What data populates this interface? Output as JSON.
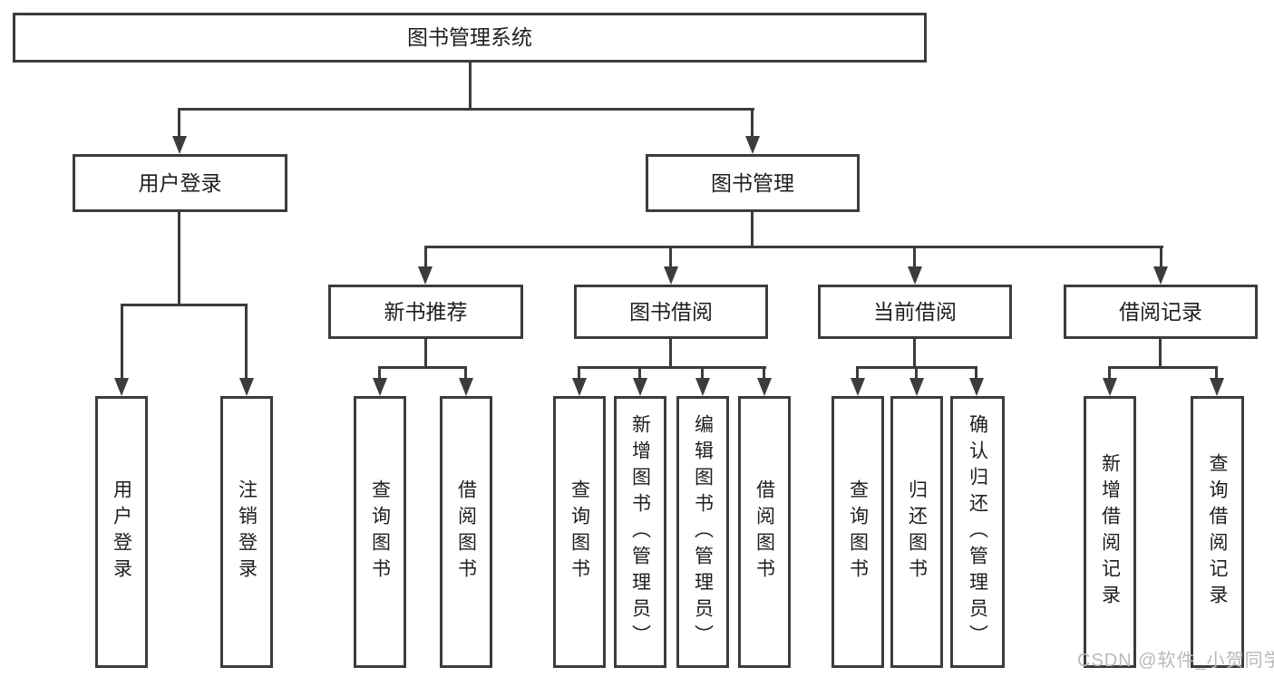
{
  "diagram": {
    "root": "图书管理系统",
    "user_login": {
      "label": "用户登录",
      "children": [
        "用户登录",
        "注销登录"
      ]
    },
    "book_management": {
      "label": "图书管理",
      "children": {
        "new_book_recommend": {
          "label": "新书推荐",
          "children": [
            "查询图书",
            "借阅图书"
          ]
        },
        "book_borrow": {
          "label": "图书借阅",
          "children": [
            "查询图书",
            "新增图书（管理员）",
            "编辑图书（管理员）",
            "借阅图书"
          ]
        },
        "current_borrow": {
          "label": "当前借阅",
          "children": [
            "查询图书",
            "归还图书",
            "确认归还（管理员）"
          ]
        },
        "borrow_record": {
          "label": "借阅记录",
          "children": [
            "新增借阅记录",
            "查询借阅记录"
          ]
        }
      }
    }
  },
  "watermark": "CSDN @软件_小贺同学",
  "colors": {
    "line": "#3c3c3c",
    "text": "#1e1e1e",
    "watermark": "#b9b9b9"
  }
}
